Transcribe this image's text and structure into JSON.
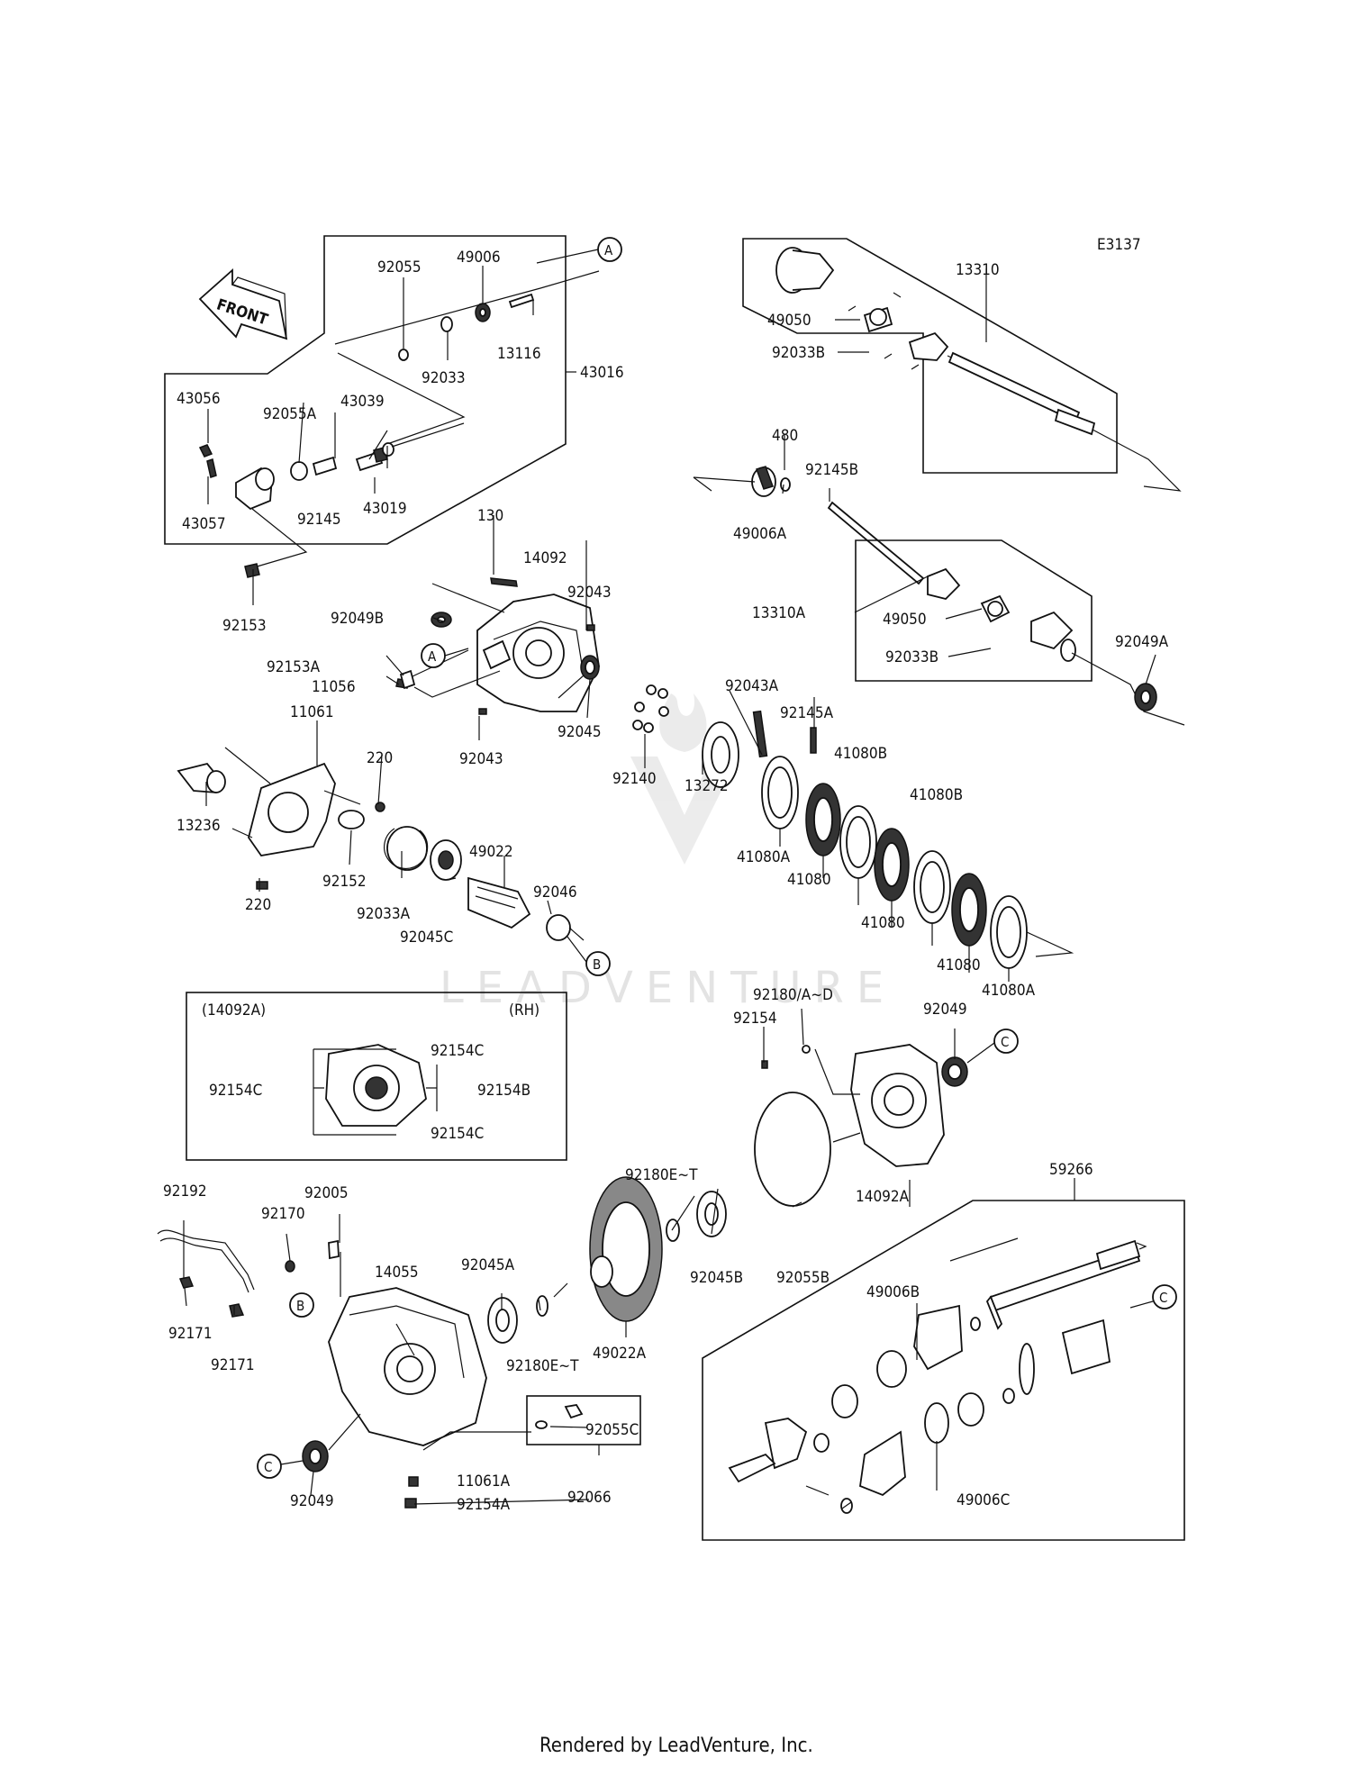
{
  "diagram_code": "E3137",
  "front_arrow_label": "FRONT",
  "watermark": "LEADVENTURE",
  "footer": "Rendered by LeadVenture, Inc.",
  "inset": {
    "title": "(14092A)",
    "side": "(RH)"
  },
  "markers": [
    "A",
    "B",
    "C"
  ],
  "labels": {
    "p92055": "92055",
    "p49006": "49006",
    "p92033": "92033",
    "p13116": "13116",
    "p43016": "43016",
    "p43056": "43056",
    "p92055A": "92055A",
    "p43039": "43039",
    "p43057": "43057",
    "p92145": "92145",
    "p43019": "43019",
    "p92153": "92153",
    "p130": "130",
    "p14092": "14092",
    "p92043a": "92043",
    "p92049B": "92049B",
    "p92153A": "92153A",
    "p11056": "11056",
    "p92045": "92045",
    "p92043b": "92043",
    "p11061": "11061",
    "p220a": "220",
    "p13236": "13236",
    "p220b": "220",
    "p92152": "92152",
    "p92033A": "92033A",
    "p49022": "49022",
    "p92045C": "92045C",
    "p92046": "92046",
    "p92140": "92140",
    "p13272": "13272",
    "p92043A": "92043A",
    "p92145A": "92145A",
    "p41080B_1": "41080B",
    "p41080B_2": "41080B",
    "p41080A_1": "41080A",
    "p41080_1": "41080",
    "p41080_2": "41080",
    "p41080_3": "41080",
    "p41080A_2": "41080A",
    "p13310": "13310",
    "p49050_1": "49050",
    "p92033B_1": "92033B",
    "p480": "480",
    "p92145B": "92145B",
    "p49006A": "49006A",
    "p13310A": "13310A",
    "p49050_2": "49050",
    "p92033B_2": "92033B",
    "p92049A": "92049A",
    "p92154C_1": "92154C",
    "p92154C_2": "92154C",
    "p92154B": "92154B",
    "p92154C_3": "92154C",
    "p92180AD": "92180/A~D",
    "p92154": "92154",
    "p92049_1": "92049",
    "p14092A": "14092A",
    "p92180ET_1": "92180E~T",
    "p92045B": "92045B",
    "p92055B": "92055B",
    "p92192": "92192",
    "p92170": "92170",
    "p92005": "92005",
    "p14055": "14055",
    "p92045A": "92045A",
    "p92171_1": "92171",
    "p92171_2": "92171",
    "p92180ET_2": "92180E~T",
    "p49022A": "49022A",
    "p92055C": "92055C",
    "p11061A": "11061A",
    "p92154A": "92154A",
    "p92066": "92066",
    "p92049_2": "92049",
    "p59266": "59266",
    "p49006B": "49006B",
    "p49006C": "49006C"
  }
}
